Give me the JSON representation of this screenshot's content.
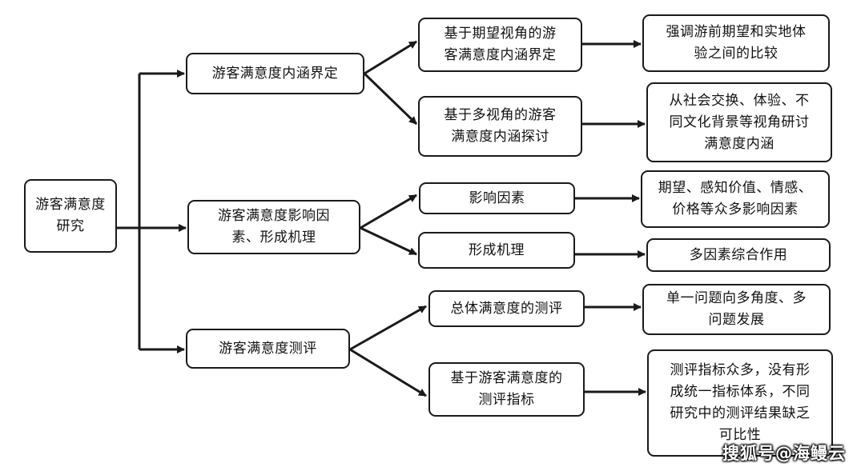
{
  "root": {
    "label": "游客满意度研究",
    "line1": "游客满意度",
    "line2": "研究"
  },
  "branches": [
    {
      "label": "游客满意度内涵界定",
      "children": [
        {
          "label": "基于期望视角的游客满意度内涵界定",
          "line1": "基于期望视角的游",
          "line2": "客满意度内涵界定",
          "result": "强调游前期望和实地体验之间的比较",
          "result_lines": [
            "强调游前期望和实地体",
            "验之间的比较"
          ]
        },
        {
          "label": "基于多视角的游客满意度内涵探讨",
          "line1": "基于多视角的游客",
          "line2": "满意度内涵探讨",
          "result": "从社会交换、体验、不同文化背景等视角研讨满意度内涵",
          "result_lines": [
            "从社会交换、体验、不",
            "同文化背景等视角研讨",
            "满意度内涵"
          ]
        }
      ]
    },
    {
      "label": "游客满意度影响因素、形成机理",
      "line1": "游客满意度影响因",
      "line2": "素、形成机理",
      "children": [
        {
          "label": "影响因素",
          "result": "期望、感知价值、情感、价格等众多影响因素",
          "result_lines": [
            "期望、感知价值、情感、",
            "价格等众多影响因素"
          ]
        },
        {
          "label": "形成机理",
          "result": "多因素综合作用",
          "result_lines": [
            "多因素综合作用"
          ]
        }
      ]
    },
    {
      "label": "游客满意度测评",
      "children": [
        {
          "label": "总体满意度的测评",
          "result": "单一问题向多角度、多问题发展",
          "result_lines": [
            "单一问题向多角度、多",
            "问题发展"
          ]
        },
        {
          "label": "基于游客满意度的测评指标",
          "line1": "基于游客满意度的",
          "line2": "测评指标",
          "result": "测评指标众多，没有形成统一指标体系，不同研究中的测评结果缺乏可比性",
          "result_lines": [
            "测评指标众多，没有形",
            "成统一指标体系，不同",
            "研究中的测评结果缺乏",
            "可比性"
          ]
        }
      ]
    }
  ],
  "watermark": "搜狐号@海鳗云",
  "colors": {
    "line": "#1a1a1a",
    "box_border": "#1a1a1a",
    "background": "#ffffff"
  }
}
